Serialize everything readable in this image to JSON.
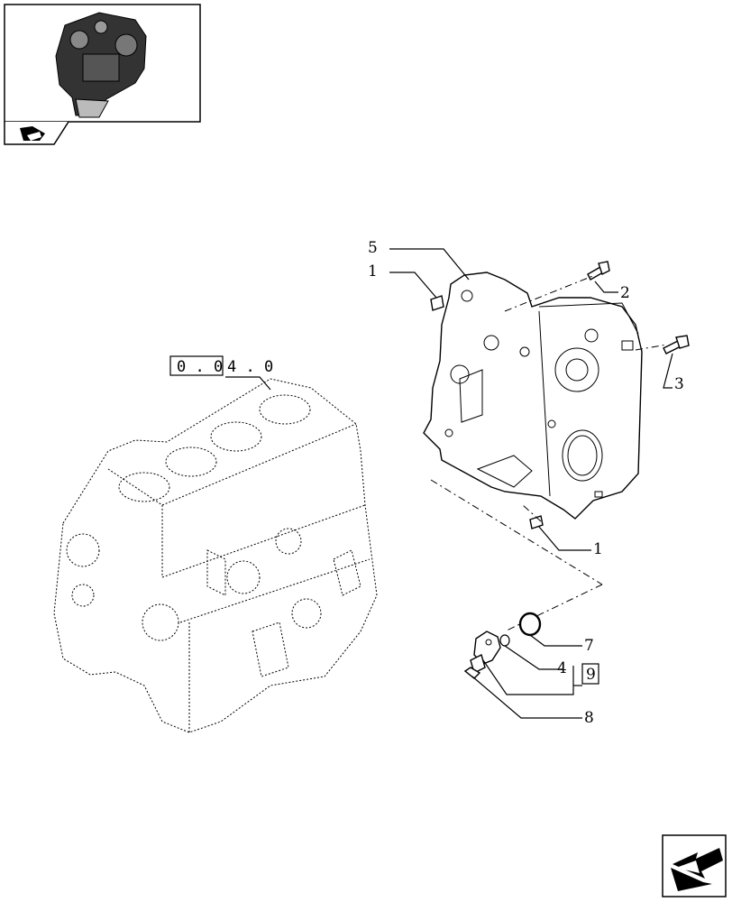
{
  "thumbnail": {
    "icon": "engine-thumbnail-icon"
  },
  "tab": {
    "icon": "book-tab-icon"
  },
  "reference": {
    "group": "0 . 0",
    "suffix": "4 . 0"
  },
  "callouts": {
    "c5": "5",
    "c1_top": "1",
    "c2": "2",
    "c3": "3",
    "c1_bottom": "1",
    "c7": "7",
    "c4": "4",
    "c9": "9",
    "c8": "8"
  },
  "nav": {
    "icon": "next-page-arrow-icon"
  }
}
